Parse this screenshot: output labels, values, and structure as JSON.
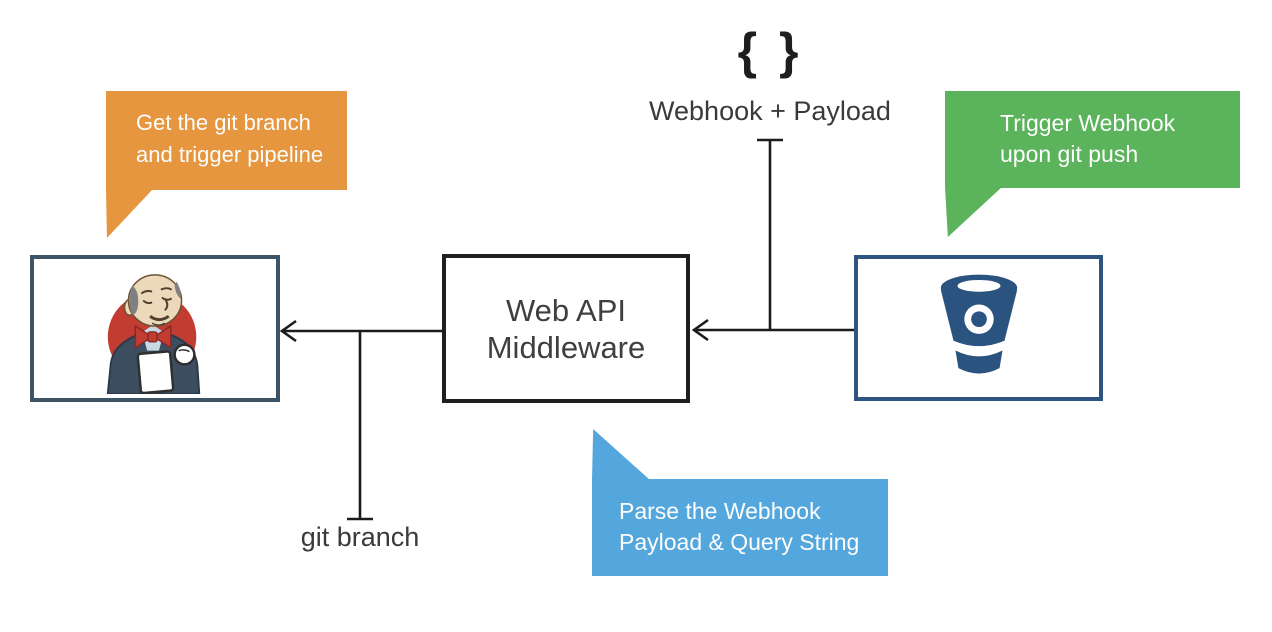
{
  "colors": {
    "background": "#ffffff",
    "connector": "#1c1c1c",
    "orange_callout": "#e5963e",
    "green_callout": "#5bb35c",
    "blue_callout": "#54a7dc",
    "callout_text": "#fdfdfd",
    "jenkins_box_border": "#3d5467",
    "middleware_box_border": "#1f1f1f",
    "bitbucket_box_border": "#2f5480",
    "bitbucket_logo": "#2a5380",
    "jenkins_logo_red": "#c23c31",
    "jenkins_logo_suit": "#3e4e61",
    "label_text": "#3a3a3a"
  },
  "callouts": {
    "orange": {
      "line1": "Get the git branch",
      "line2": "and trigger pipeline"
    },
    "green": {
      "line1": "Trigger Webhook",
      "line2": "upon git push"
    },
    "blue": {
      "line1": "Parse the Webhook",
      "line2": "Payload & Query String"
    }
  },
  "nodes": {
    "jenkins": {
      "icon": "jenkins-butler-logo"
    },
    "middleware": {
      "line1": "Web API",
      "line2": "Middleware"
    },
    "bitbucket": {
      "icon": "bitbucket-bucket-logo"
    }
  },
  "labels": {
    "payload_symbol": "{ }",
    "payload_caption": "Webhook + Payload",
    "git_branch": "git branch"
  }
}
